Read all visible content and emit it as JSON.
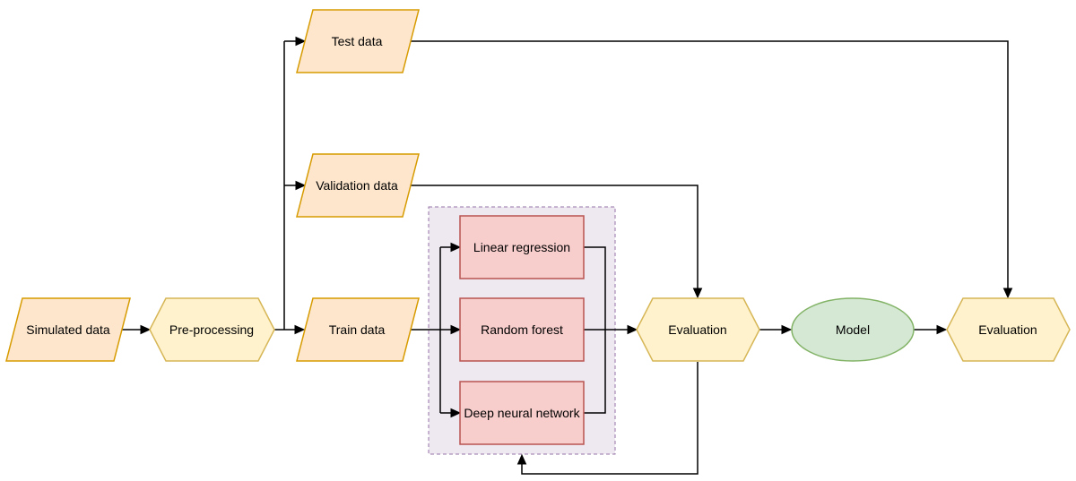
{
  "nodes": {
    "simulated_data": "Simulated data",
    "pre_processing": "Pre-processing",
    "test_data": "Test data",
    "validation_data": "Validation data",
    "train_data": "Train data",
    "linear_regression": "Linear regression",
    "random_forest": "Random forest",
    "deep_neural_network": "Deep neural network",
    "evaluation_1": "Evaluation",
    "model": "Model",
    "evaluation_2": "Evaluation"
  },
  "colors": {
    "data_fill": "#fde6cc",
    "data_stroke": "#d79b00",
    "process_fill": "#fff2cc",
    "process_stroke": "#d6b656",
    "algorithm_fill": "#f8cecc",
    "algorithm_stroke": "#b85450",
    "model_fill": "#d5e8d4",
    "model_stroke": "#82b366",
    "group_fill": "#ebe4ef",
    "group_stroke": "#9673a6"
  }
}
